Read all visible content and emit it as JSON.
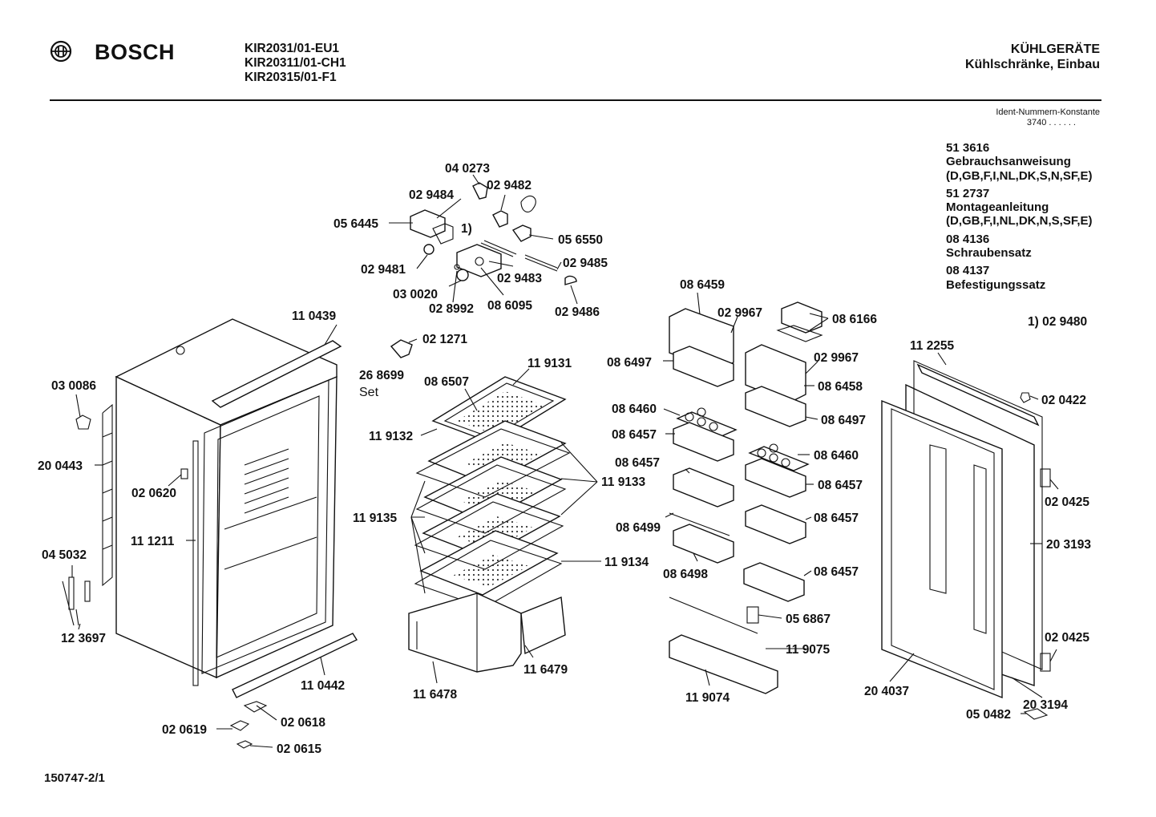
{
  "header": {
    "brand": "BOSCH",
    "models": [
      "KIR2031/01-EU1",
      "KIR20311/01-CH1",
      "KIR20315/01-F1"
    ],
    "category": "KÜHLGERÄTE",
    "subcategory": "Kühlschränke, Einbau"
  },
  "ident": {
    "label": "Ident-Nummern-Konstante",
    "value": "3740  . .   . . . ."
  },
  "documents": [
    {
      "number": "51 3616",
      "title": "Gebrauchsanweisung",
      "langs": "(D,GB,F,I,NL,DK,S,N,SF,E)"
    },
    {
      "number": "51 2737",
      "title": "Montageanleitung",
      "langs": "(D,GB,F,I,NL,DK,N,S,SF,E)"
    },
    {
      "number": "08 4136",
      "title": "Schraubensatz"
    },
    {
      "number": "08 4137",
      "title": "Befestigungssatz"
    }
  ],
  "note": "1)  02 9480",
  "footer": "150747-2/1",
  "parts": {
    "p040273": "04 0273",
    "p029484": "02 9484",
    "p029482": "02 9482",
    "p056445": "05 6445",
    "p1": "1)",
    "p056550": "05 6550",
    "p029481": "02 9481",
    "p029485": "02 9485",
    "p029483": "02 9483",
    "p030020": "03 0020",
    "p028992": "02 8992",
    "p086095": "08 6095",
    "p029486": "02 9486",
    "p110439": "11 0439",
    "p021271": "02 1271",
    "p268699": "26 8699",
    "pset": "Set",
    "p030086": "03 0086",
    "p200443": "20 0443",
    "p020620": "02 0620",
    "p111211": "11 1211",
    "p045032": "04 5032",
    "p123697": "12 3697",
    "p110442": "11 0442",
    "p020619": "02 0619",
    "p020618": "02 0618",
    "p020615": "02 0615",
    "p119131": "11 9131",
    "p086507": "08 6507",
    "p119132": "11 9132",
    "p119133": "11 9133",
    "p119135": "11 9135",
    "p119134": "11 9134",
    "p116478": "11 6478",
    "p116479": "11 6479",
    "p086459": "08 6459",
    "p029967a": "02 9967",
    "p086166": "08 6166",
    "p086497a": "08 6497",
    "p029967b": "02 9967",
    "p086458": "08 6458",
    "p086460a": "08 6460",
    "p086497b": "08 6497",
    "p086457a": "08 6457",
    "p086460b": "08 6460",
    "p086457b": "08 6457",
    "p086457c": "08 6457",
    "p086499": "08 6499",
    "p086457d": "08 6457",
    "p086498": "08 6498",
    "p086457e": "08 6457",
    "p056867": "05 6867",
    "p119075": "11 9075",
    "p119074": "11 9074",
    "p112255": "11 2255",
    "p020422": "02 0422",
    "p020425a": "02 0425",
    "p203193": "20 3193",
    "p020425b": "02 0425",
    "p204037": "20 4037",
    "p203194": "20 3194",
    "p050482": "05 0482"
  }
}
